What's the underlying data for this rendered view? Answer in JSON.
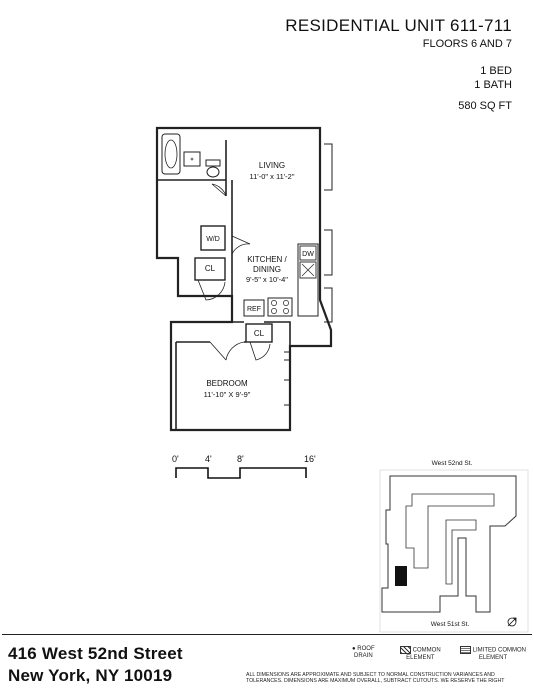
{
  "unit": {
    "title": "RESIDENTIAL UNIT 611-711",
    "floors": "FLOORS 6 AND 7",
    "bed": "1 BED",
    "bath": "1 BATH",
    "area": "580 SQ FT"
  },
  "rooms": {
    "living_name": "LIVING",
    "living_dims": "11'-0\" x 11'-2\"",
    "kitchen_name": "KITCHEN /",
    "kitchen_name2": "DINING",
    "kitchen_dims": "9'-5\" x 10'-4\"",
    "bedroom_name": "BEDROOM",
    "bedroom_dims": "11'-10\" X 9'-9\"",
    "closet1": "CL",
    "closet2": "CL",
    "washer_dryer": "W/D",
    "dishwasher": "DW",
    "refrigerator": "REF"
  },
  "scale": {
    "ticks": [
      "0'",
      "4'",
      "8'",
      "16'"
    ]
  },
  "keyplan": {
    "north_street": "West 52nd St.",
    "south_street": "West 51st St."
  },
  "address": {
    "line1": "416 West 52nd Street",
    "line2": "New York, NY 10019"
  },
  "legend": {
    "roof_drain": [
      "ROOF",
      "DRAIN"
    ],
    "common": [
      "COMMON",
      "ELEMENT"
    ],
    "limited_common": [
      "LIMITED COMMON",
      "ELEMENT"
    ]
  },
  "disclaimer": {
    "line1": "ALL DIMENSIONS ARE APPROXIMATE AND SUBJECT TO NORMAL CONSTRUCTION VARIANCES AND",
    "line2": "TOLERANCES. DIMENSIONS ARE MAXIMUM OVERALL, SUBTRACT CUTOUTS. WE RESERVE THE RIGHT"
  }
}
